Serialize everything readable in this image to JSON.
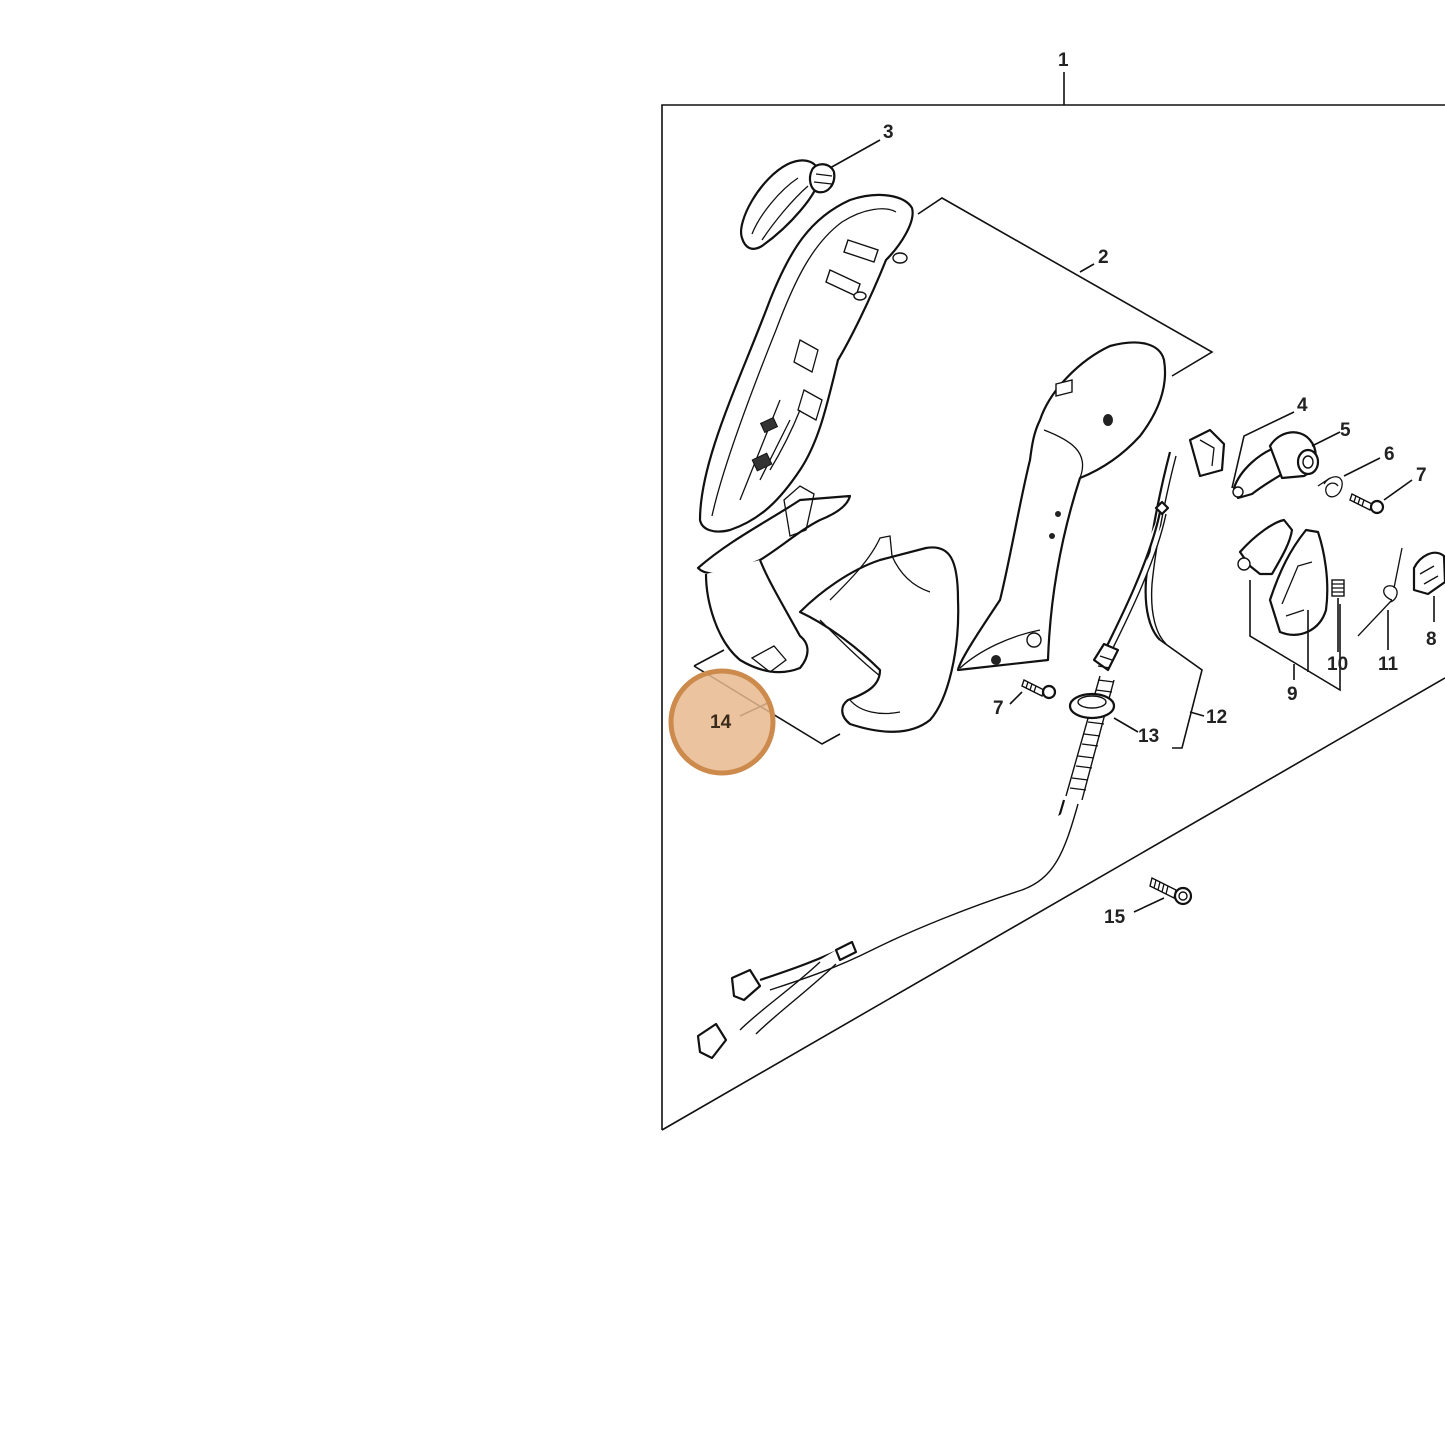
{
  "diagram": {
    "highlight_color": "#cc8a4c",
    "highlight_fill": "#e8b98d",
    "parts": [
      {
        "id": "p1",
        "label": "1"
      },
      {
        "id": "p2",
        "label": "2"
      },
      {
        "id": "p3",
        "label": "3"
      },
      {
        "id": "p4",
        "label": "4"
      },
      {
        "id": "p5",
        "label": "5"
      },
      {
        "id": "p6",
        "label": "6"
      },
      {
        "id": "p7a",
        "label": "7"
      },
      {
        "id": "p7b",
        "label": "7"
      },
      {
        "id": "p8",
        "label": "8"
      },
      {
        "id": "p9",
        "label": "9"
      },
      {
        "id": "p10",
        "label": "10"
      },
      {
        "id": "p11",
        "label": "11"
      },
      {
        "id": "p12",
        "label": "12"
      },
      {
        "id": "p13",
        "label": "13"
      },
      {
        "id": "p14",
        "label": "14",
        "highlighted": true
      },
      {
        "id": "p15",
        "label": "15"
      }
    ]
  }
}
